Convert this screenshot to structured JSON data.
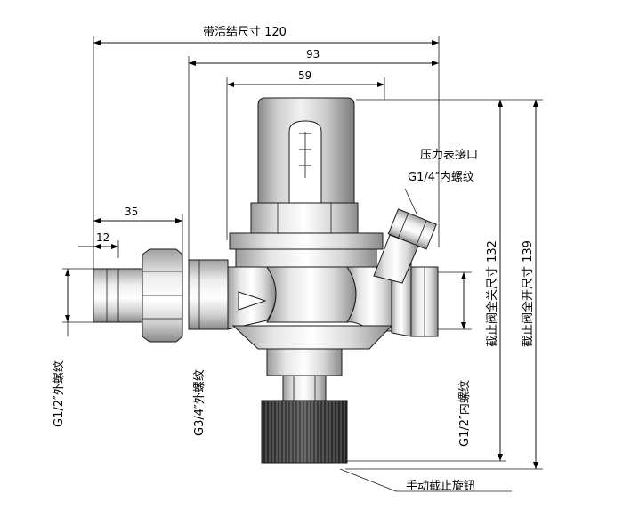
{
  "dimensions": {
    "overall_with_union": "带活结尺寸 120",
    "body_length": "93",
    "bonnet_width": "59",
    "union_nut_length": "35",
    "thread_length": "12",
    "closed_height": "截止阀全关尺寸 132",
    "open_height": "截止阀全开尺寸 139"
  },
  "labels": {
    "gauge_port_line1": "压力表接口",
    "gauge_port_line2": "G1/4″内螺纹",
    "left_thread": "G1/2″外螺纹",
    "inlet_thread": "G3/4″外螺纹",
    "outlet_thread": "G1/2″内螺纹",
    "handwheel": "手动截止旋钮"
  }
}
